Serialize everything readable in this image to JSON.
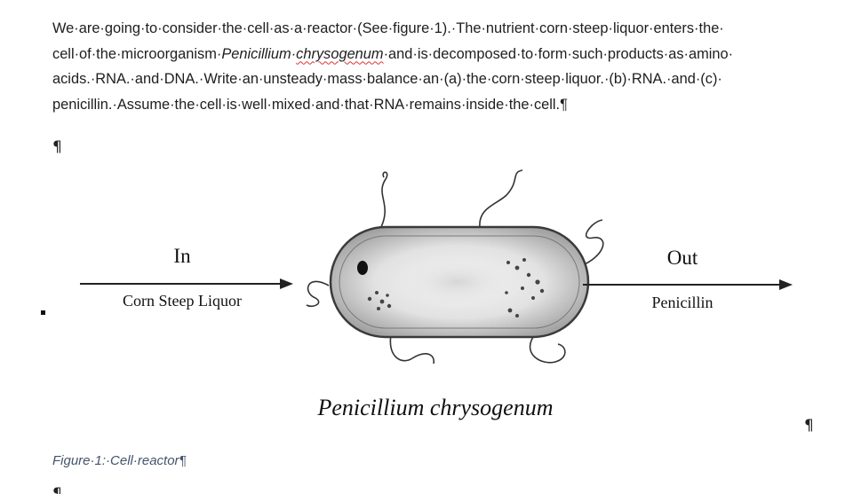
{
  "paragraph": {
    "line1": "We·are·going·to·consider·the·cell·as·a·reactor·(See·figure·1).·The·nutrient·corn·steep·liquor·enters·the·",
    "line2_pre": "cell·of·the·microorganism·",
    "line2_genus": "Penicillium",
    "line2_sep": "·",
    "line2_species": "chrysogenum",
    "line2_post": "·and·is·decomposed·to·form·such·products·as·amino·",
    "line3": "acids.·RNA.·and·DNA.·Write·an·unsteady·mass·balance·an·(a)·the·corn·steep·liquor.·(b)·RNA.·and·(c)·",
    "line4": "penicillin.·Assume·the·cell·is·well·mixed·and·that·RNA·remains·inside·the·cell.¶"
  },
  "marks": {
    "empty_paragraph": "¶",
    "after_figure": "¶",
    "trailing": "¶"
  },
  "figure": {
    "in_label": "In",
    "in_sublabel": "Corn Steep Liquor",
    "out_label": "Out",
    "out_sublabel": "Penicillin",
    "organism_label": "Penicillium chrysogenum"
  },
  "caption": "Figure·1:·Cell·reactor¶",
  "colors": {
    "caption": "#44546a",
    "spellcheck_underline": "#dd3333",
    "text": "#1e1e1e"
  }
}
